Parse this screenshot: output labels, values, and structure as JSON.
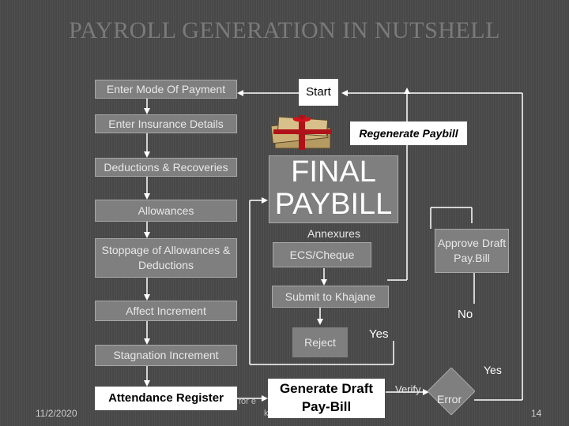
{
  "title": "PAYROLL GENERATION IN NUTSHELL",
  "boxes": {
    "mode_of_payment": "Enter Mode Of Payment",
    "insurance": "Enter Insurance Details",
    "deductions": "Deductions & Recoveries",
    "allowances": "Allowances",
    "stoppage": "Stoppage of Allowances & Deductions",
    "affect_increment": "Affect Increment",
    "stagnation_increment": "Stagnation Increment",
    "attendance_register": "Attendance Register",
    "start": "Start",
    "regenerate": "Regenerate Paybill",
    "final_line1": "FINAL",
    "final_line2": "PAYBILL",
    "annexures": "Annexures",
    "ecs": "ECS/Cheque",
    "submit": "Submit to Khajane",
    "reject": "Reject",
    "approve": "Approve Draft Pay.Bill",
    "generate_draft": "Generate Draft Pay-Bill",
    "error": "Error"
  },
  "labels": {
    "no": "No",
    "yes_reject": "Yes",
    "yes_error": "Yes",
    "verify": "Verify",
    "faded_text_1": "for e",
    "faded_text_2": "k"
  },
  "footer": {
    "date": "11/2/2020",
    "page": "14"
  },
  "colors": {
    "background": "#4a4a4a",
    "box_fill": "#7f7f7f",
    "connector": "#ffffff",
    "title": "#7a7a7a"
  }
}
